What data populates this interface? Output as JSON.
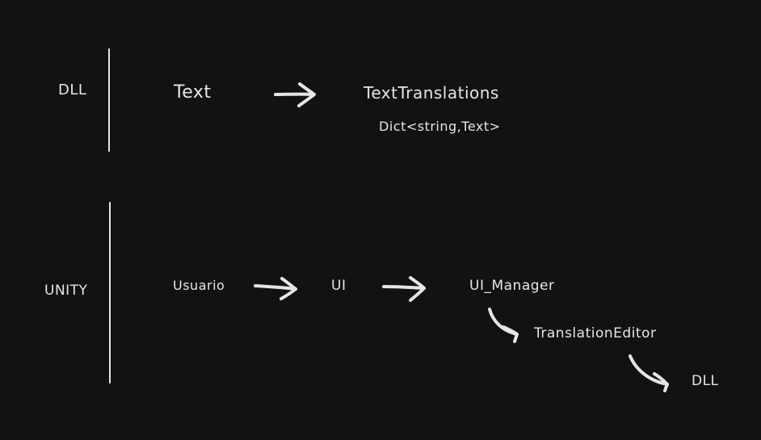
{
  "dll_section": {
    "label": "DLL",
    "text_node": "Text",
    "text_translations": "TextTranslations",
    "dict_type": "Dict<string,Text>"
  },
  "unity_section": {
    "label": "UNITY",
    "usuario": "Usuario",
    "ui": "UI",
    "ui_manager": "UI_Manager",
    "translation_editor": "TranslationEditor",
    "dll_target": "DLL"
  },
  "colors": {
    "background": "#121212",
    "stroke": "#e6e6e6"
  }
}
